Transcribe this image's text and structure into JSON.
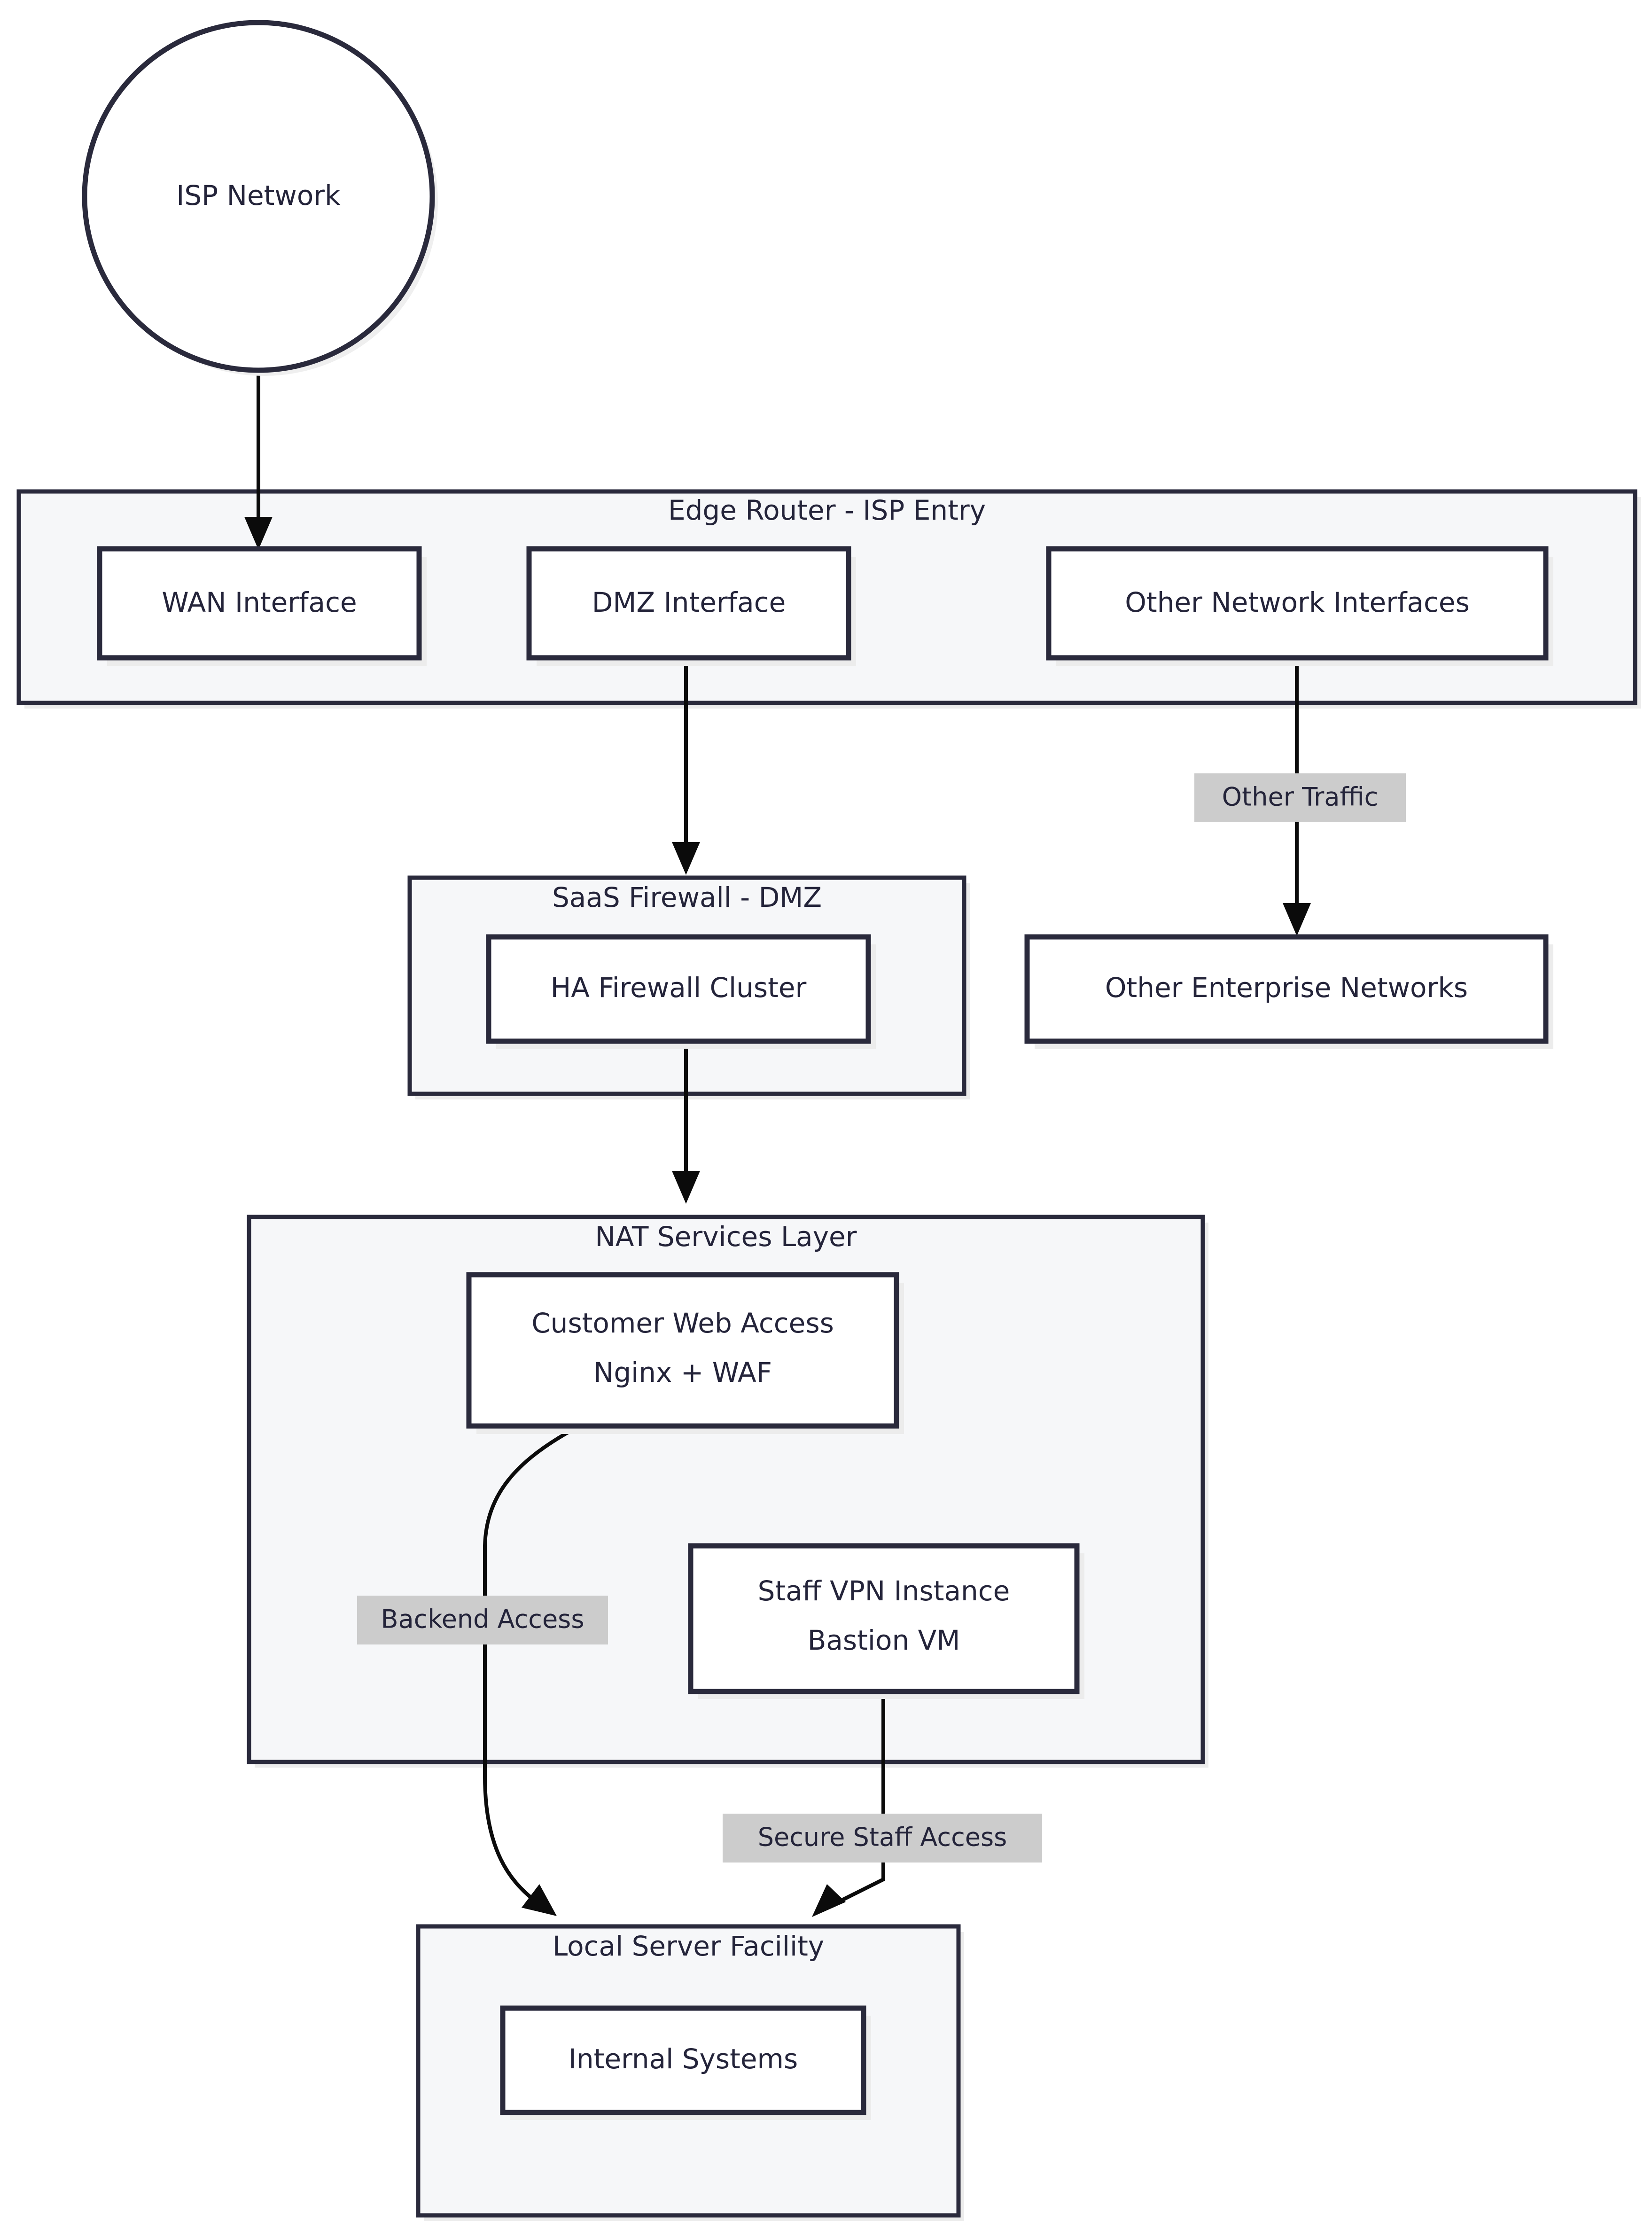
{
  "diagram": {
    "type": "network-architecture-flowchart",
    "background_color": "#ffffff",
    "node_stroke_color": "#2a2a3c",
    "node_fill_color": "#ffffff",
    "cluster_fill_color": "#f6f7f9",
    "edge_color": "#0b0b0b",
    "edge_label_background": "#cccccc",
    "text_color": "#24243a",
    "nodes": {
      "isp_network": "ISP Network",
      "wan_interface": "WAN Interface",
      "dmz_interface": "DMZ Interface",
      "other_network_interfaces": "Other Network Interfaces",
      "ha_firewall_cluster": "HA Firewall Cluster",
      "other_enterprise_networks": "Other Enterprise Networks",
      "customer_web_access_line1": "Customer Web Access",
      "customer_web_access_line2": "Nginx + WAF",
      "staff_vpn_line1": "Staff VPN Instance",
      "staff_vpn_line2": "Bastion VM",
      "internal_systems": "Internal Systems"
    },
    "clusters": {
      "edge_router": "Edge Router - ISP Entry",
      "saas_firewall": "SaaS Firewall - DMZ",
      "nat_services": "NAT Services Layer",
      "local_server_facility": "Local Server Facility"
    },
    "edge_labels": {
      "other_traffic": "Other Traffic",
      "backend_access": "Backend Access",
      "secure_staff_access": "Secure Staff Access"
    }
  }
}
